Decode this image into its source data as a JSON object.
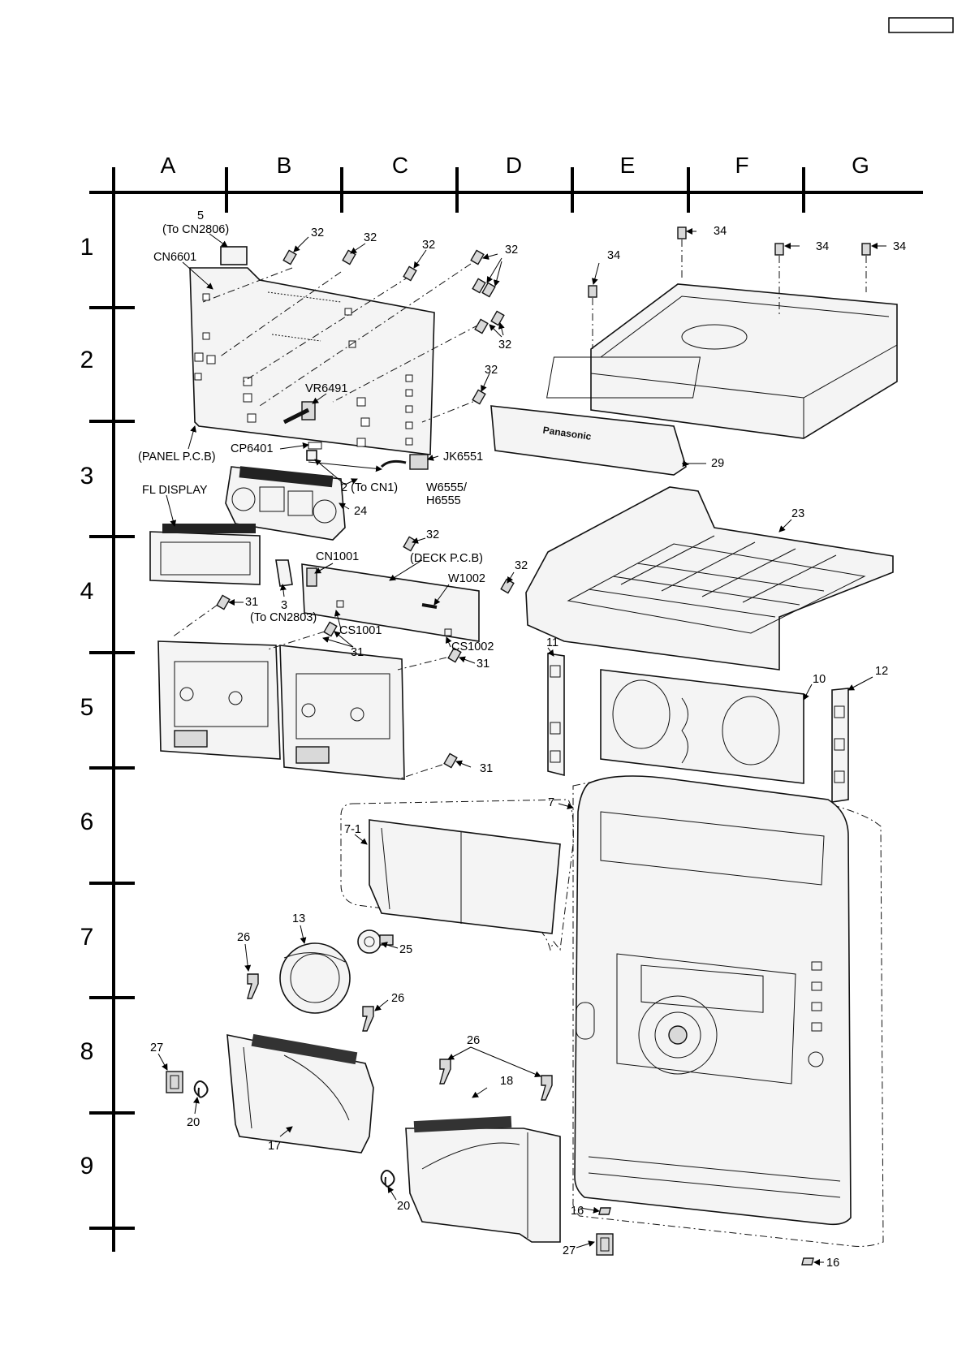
{
  "grid": {
    "columns": [
      "A",
      "B",
      "C",
      "D",
      "E",
      "F",
      "G"
    ],
    "rows": [
      "1",
      "2",
      "3",
      "4",
      "5",
      "6",
      "7",
      "8",
      "9"
    ]
  },
  "callouts": {
    "c5": "5",
    "c5_note": "(To CN2806)",
    "cn6601": "CN6601",
    "s32_a": "32",
    "s32_b": "32",
    "s32_c": "32",
    "s32_d": "32",
    "s32_e": "32",
    "s32_f": "32",
    "vr6491": "VR6491",
    "panel_pcb": "(PANEL P.C.B)",
    "cp6401": "CP6401",
    "jk6551": "JK6551",
    "c2_note": "2 (To CN1)",
    "w6555": "W6555/",
    "h6555": "H6555",
    "fl_display": "FL DISPLAY",
    "c24": "24",
    "c29": "29",
    "s34_a": "34",
    "s34_b": "34",
    "s34_c": "34",
    "s34_d": "34",
    "c23": "23",
    "s32_g": "32",
    "cn1001": "CN1001",
    "deck_pcb": "(DECK P.C.B)",
    "s32_h": "32",
    "w1002": "W1002",
    "s31_a": "31",
    "c3": "3",
    "c3_note": "(To CN2803)",
    "cs1001": "CS1001",
    "s31_b": "31",
    "cs1002": "CS1002",
    "c11": "11",
    "s31_c": "31",
    "c10": "10",
    "c12": "12",
    "s31_d": "31",
    "c7": "7",
    "c7_1": "7-1",
    "c13": "13",
    "c25": "25",
    "c26_a": "26",
    "c26_b": "26",
    "c26_c": "26",
    "c27_a": "27",
    "c20_a": "20",
    "c17": "17",
    "c18": "18",
    "c20_b": "20",
    "c16_a": "16",
    "c27_b": "27",
    "c16_b": "16"
  },
  "brand_mark": "Panasonic"
}
